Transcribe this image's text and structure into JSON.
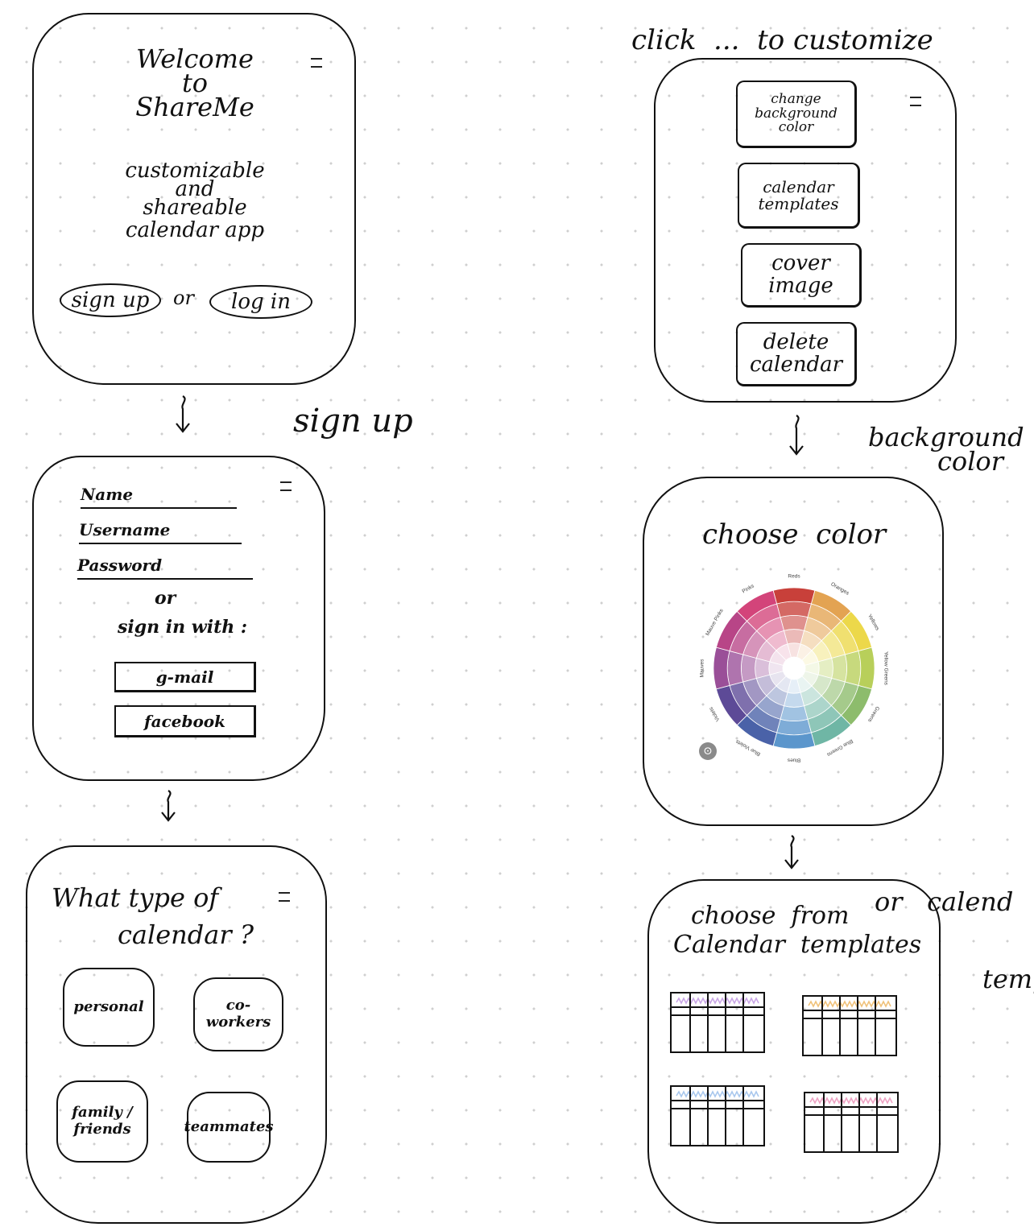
{
  "screen1": {
    "title_line1": "Welcome",
    "title_line2": "to",
    "title_line3": "ShareMe",
    "desc_line1": "customizable",
    "desc_line2": "and",
    "desc_line3": "shareable",
    "desc_line4": "calendar app",
    "signup_label": "sign up",
    "or_label": "or",
    "login_label": "log in",
    "menu_icon": "hamburger-icon"
  },
  "annotations": {
    "sign_up": "sign up",
    "click_customize": "click  ...  to customize",
    "background_line1": "background",
    "background_line2": "color",
    "or_calendar_line1": "or   calend",
    "or_calendar_line2": "temp"
  },
  "screen2": {
    "name_label": "Name",
    "username_label": "Username",
    "password_label": "Password",
    "or_label": "or",
    "sign_in_with": "sign  in  with :",
    "gmail_label": "g-mail",
    "facebook_label": "facebook"
  },
  "screen3": {
    "title_line1": "What  type  of",
    "title_line2": "calendar ?",
    "options": [
      "personal",
      "co-workers",
      "family / friends",
      "teammates"
    ]
  },
  "screen4": {
    "buttons": [
      {
        "line1": "change",
        "line2": "background",
        "line3": "color"
      },
      {
        "line1": "calendar",
        "line2": "templates",
        "line3": ""
      },
      {
        "line1": "cover",
        "line2": "image",
        "line3": ""
      },
      {
        "line1": "delete",
        "line2": "calendar",
        "line3": ""
      }
    ]
  },
  "screen5": {
    "title": "choose  color",
    "wheel_labels": [
      "Reds",
      "Oranges",
      "Yellows",
      "Yellow Greens",
      "Greens",
      "Blue Greens",
      "Blues",
      "Blue Violets",
      "Violets",
      "Mauves",
      "Mauve Pinks",
      "Pinks"
    ],
    "wheel_colors": [
      "#c8403a",
      "#e3a352",
      "#ecd84a",
      "#b8cf5a",
      "#8dbc6c",
      "#6fb6a5",
      "#5b96cc",
      "#4a62a8",
      "#5d4a97",
      "#9a4f98",
      "#b84587",
      "#d3447a"
    ]
  },
  "screen6": {
    "title_line1": "choose  from",
    "title_line2": "Calendar  templates",
    "template_accents": [
      "#c9a6e6",
      "#f0c27a",
      "#a9c8ee",
      "#eea3c4"
    ]
  }
}
